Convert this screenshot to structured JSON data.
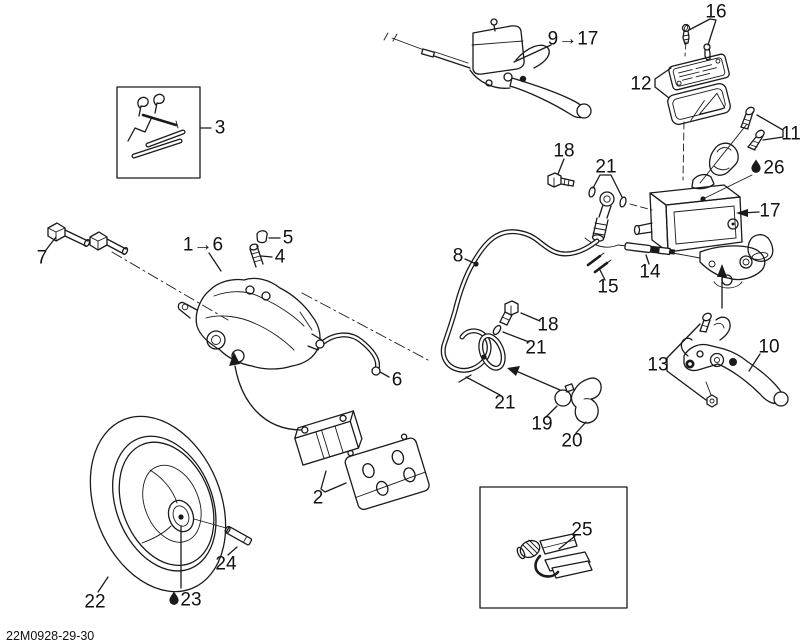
{
  "diagram": {
    "code": "22M0928-29-30",
    "colors": {
      "line": "#1a1a1a",
      "background": "#ffffff"
    },
    "callouts": {
      "c1_6": "1→6",
      "c2": "2",
      "c3": "3",
      "c4": "4",
      "c5": "5",
      "c6": "6",
      "c7": "7",
      "c8": "8",
      "c9_17": "9→17",
      "c10": "10",
      "c11": "11",
      "c12": "12",
      "c13": "13",
      "c14": "14",
      "c15": "15",
      "c16": "16",
      "c17": "17",
      "c18_top": "18",
      "c18_mid": "18",
      "c19": "19",
      "c20": "20",
      "c21_top": "21",
      "c21_mid": "21",
      "c21_low": "21",
      "c22": "22",
      "c23": "23",
      "c24": "24",
      "c25": "25",
      "c26": "26"
    }
  }
}
